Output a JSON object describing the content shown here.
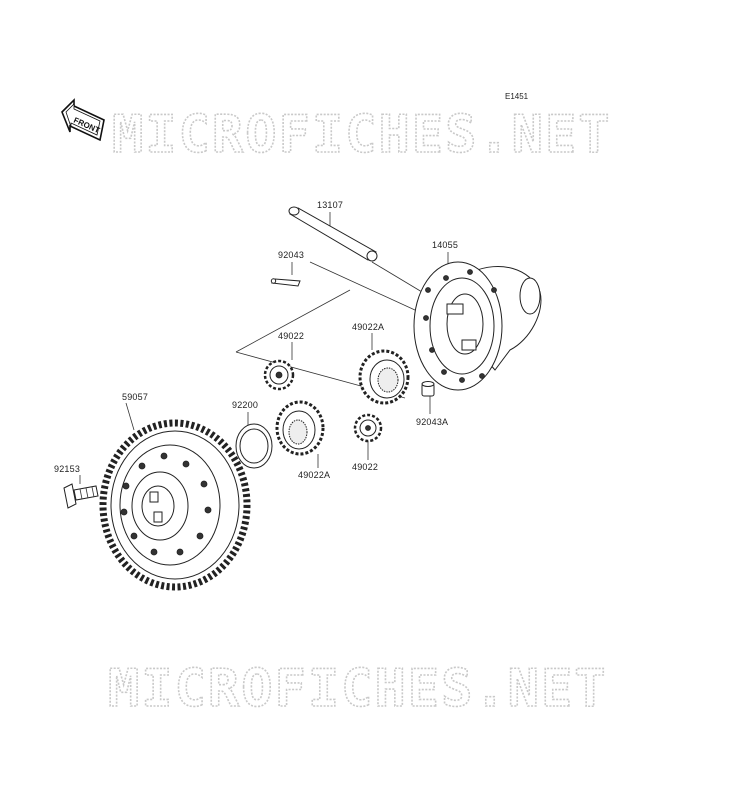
{
  "diagram": {
    "code": "E1451",
    "front_label": "FRONT",
    "watermark_top": "MICROFICHES.NET",
    "watermark_bottom": "MICROFICHES.NET"
  },
  "parts": [
    {
      "id": "p13107",
      "number": "13107"
    },
    {
      "id": "p92043",
      "number": "92043"
    },
    {
      "id": "p14055",
      "number": "14055"
    },
    {
      "id": "p49022_top",
      "number": "49022"
    },
    {
      "id": "p49022A_top",
      "number": "49022A"
    },
    {
      "id": "p59057",
      "number": "59057"
    },
    {
      "id": "p92200",
      "number": "92200"
    },
    {
      "id": "p92043A",
      "number": "92043A"
    },
    {
      "id": "p92153",
      "number": "92153"
    },
    {
      "id": "p49022A_bottom",
      "number": "49022A"
    },
    {
      "id": "p49022_bottom",
      "number": "49022"
    }
  ]
}
